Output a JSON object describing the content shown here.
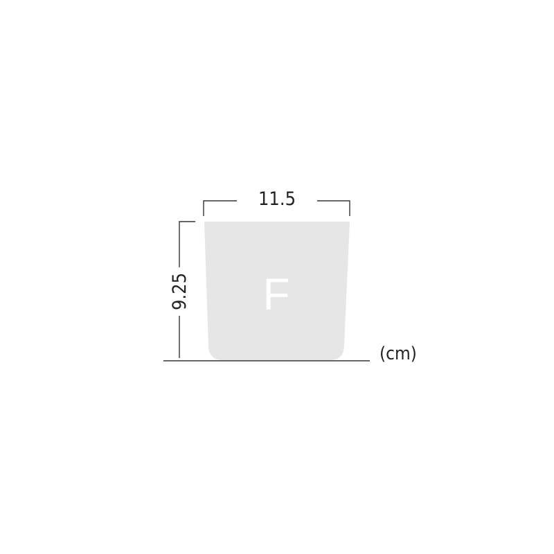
{
  "diagram": {
    "width_label": "11.5",
    "height_label": "9.25",
    "unit_label": "(cm)",
    "shape_label": "F",
    "shape_fill": "#e6e6e6",
    "line_color": "#333333"
  }
}
